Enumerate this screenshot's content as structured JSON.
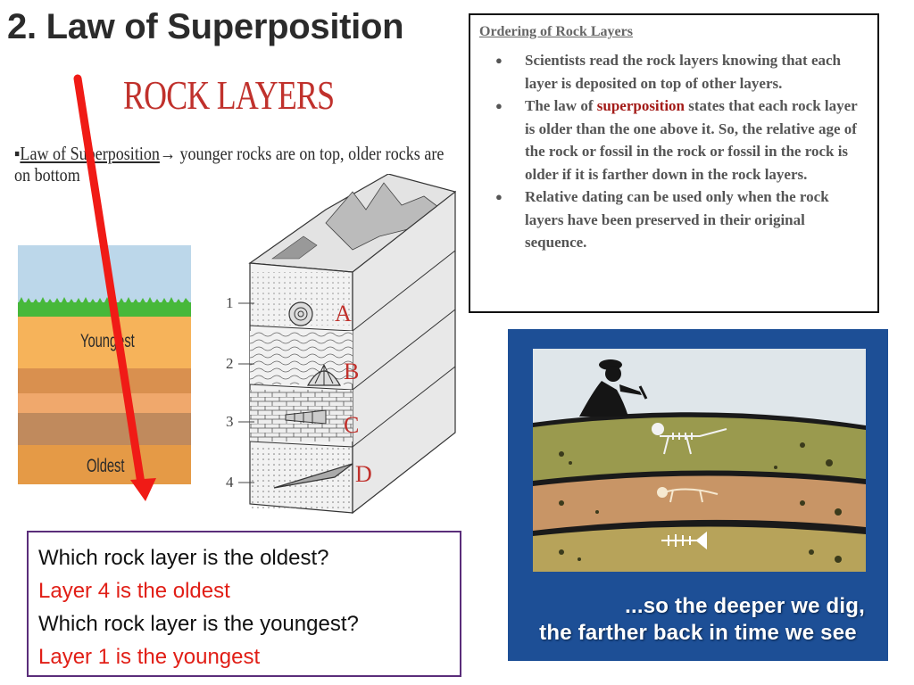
{
  "title": "2.  Law of Superposition",
  "rock_diagram": {
    "heading": "ROCK LAYERS",
    "law_term": "Law of Superposition",
    "law_rest": "→ younger rocks are on top, older rocks are on bottom",
    "youngest_label": "Youngest",
    "oldest_label": "Oldest",
    "layer_numbers": [
      "1",
      "2",
      "3",
      "4"
    ],
    "layer_letters": [
      "A",
      "B",
      "C",
      "D"
    ]
  },
  "info_box": {
    "title": "Ordering of Rock Layers",
    "bullet_glyph": "●",
    "bullets": [
      {
        "text": "Scientists read the rock layers knowing that each layer is deposited on top of other layers."
      },
      {
        "before": "The law of ",
        "highlight": "superposition",
        "after": " states that each rock layer is older than the one above it. So, the relative age of the rock or fossil in the rock or fossil in the rock is older if it is farther down in the rock layers."
      },
      {
        "text": "Relative dating can be used only when the rock layers have been preserved in their original sequence."
      }
    ]
  },
  "fossil_image": {
    "caption_line1": "...so the deeper we dig,",
    "caption_line2": "the farther back in time we see"
  },
  "qa": {
    "q1": "Which rock layer is the oldest?",
    "a1": "Layer 4 is the oldest",
    "q2": "Which rock layer is the youngest?",
    "a2": "Layer 1 is the youngest"
  },
  "colors": {
    "answer": "#e11e16",
    "arrow": "#f01b16",
    "highlight": "#a31b18",
    "heading_red": "#c0312c",
    "fossil_bg": "#1d4f96"
  }
}
